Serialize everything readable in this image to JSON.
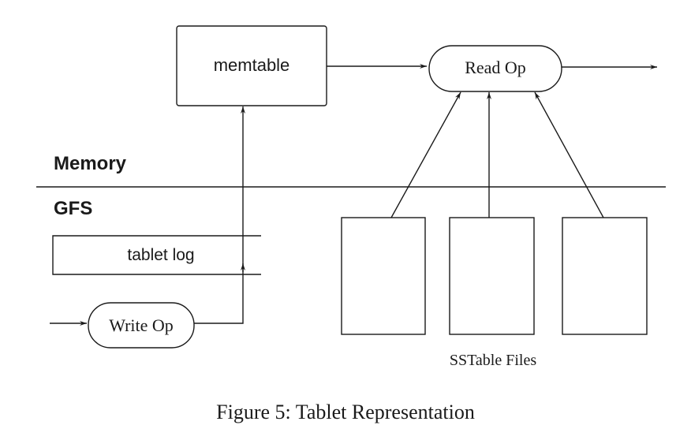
{
  "diagram": {
    "nodes": {
      "memtable": {
        "label": "memtable",
        "shape": "rounded-rectangle"
      },
      "read_op": {
        "label": "Read Op",
        "shape": "stadium"
      },
      "write_op": {
        "label": "Write Op",
        "shape": "stadium"
      },
      "tablet_log": {
        "label": "tablet log",
        "shape": "open-rectangle"
      },
      "sstable_files": {
        "label": "SSTable Files",
        "count": 3,
        "shape": "rectangle"
      }
    },
    "regions": {
      "memory": "Memory",
      "gfs": "GFS"
    },
    "edges": [
      {
        "from": "external-input",
        "to": "write_op"
      },
      {
        "from": "write_op",
        "to": "tablet_log"
      },
      {
        "from": "tablet_log",
        "to": "memtable"
      },
      {
        "from": "memtable",
        "to": "read_op"
      },
      {
        "from": "sstable-1",
        "to": "read_op"
      },
      {
        "from": "sstable-2",
        "to": "read_op"
      },
      {
        "from": "sstable-3",
        "to": "read_op"
      },
      {
        "from": "read_op",
        "to": "external-output"
      }
    ],
    "caption": "Figure 5: Tablet Representation"
  },
  "colors": {
    "line": "#1a1a1a",
    "background": "#ffffff"
  }
}
